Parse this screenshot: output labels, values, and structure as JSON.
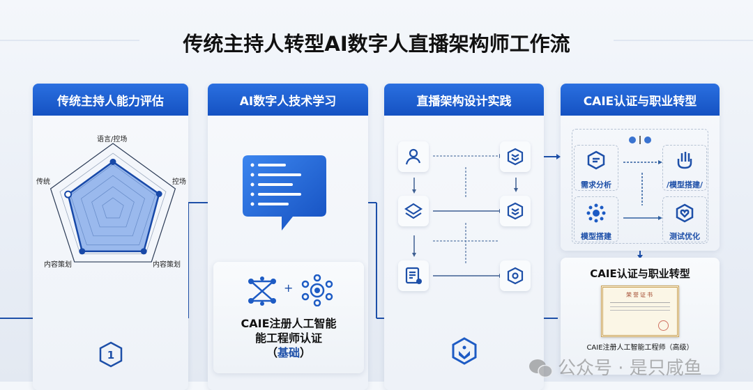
{
  "title": "传统主持人转型AI数字人直播架构师工作流",
  "columns": [
    {
      "header": "传统主持人能力评估"
    },
    {
      "header": "AI数字人技术学习"
    },
    {
      "header": "直播架构设计实践"
    },
    {
      "header": "CAIE认证与职业转型"
    }
  ],
  "radar": {
    "axes": [
      "语言/控场",
      "控场",
      "内容策划",
      "内容策划",
      "传统"
    ],
    "values": [
      0.72,
      0.74,
      0.8,
      0.8,
      0.72
    ],
    "color": "#2f6fdc"
  },
  "col1": {
    "step_number": "1"
  },
  "col2": {
    "plus": "+",
    "cert_line1": "CAIE注册人工智能",
    "cert_line2": "能工程师认证",
    "cert_paren_open": "（",
    "cert_level": "基础",
    "cert_paren_close": "）"
  },
  "col4": {
    "steps": [
      "需求分析",
      "/模型搭建/",
      "模型搭建",
      "测试优化"
    ],
    "card_title": "CAIE认证与职业转型",
    "certificate_heading": "荣誉证书",
    "certificate_caption": "CAIE注册人工智能工程师（高级）"
  },
  "watermark": "公众号 · 是只咸鱼",
  "colors": {
    "accent": "#1a5cc8",
    "line": "#1d4fa8"
  }
}
